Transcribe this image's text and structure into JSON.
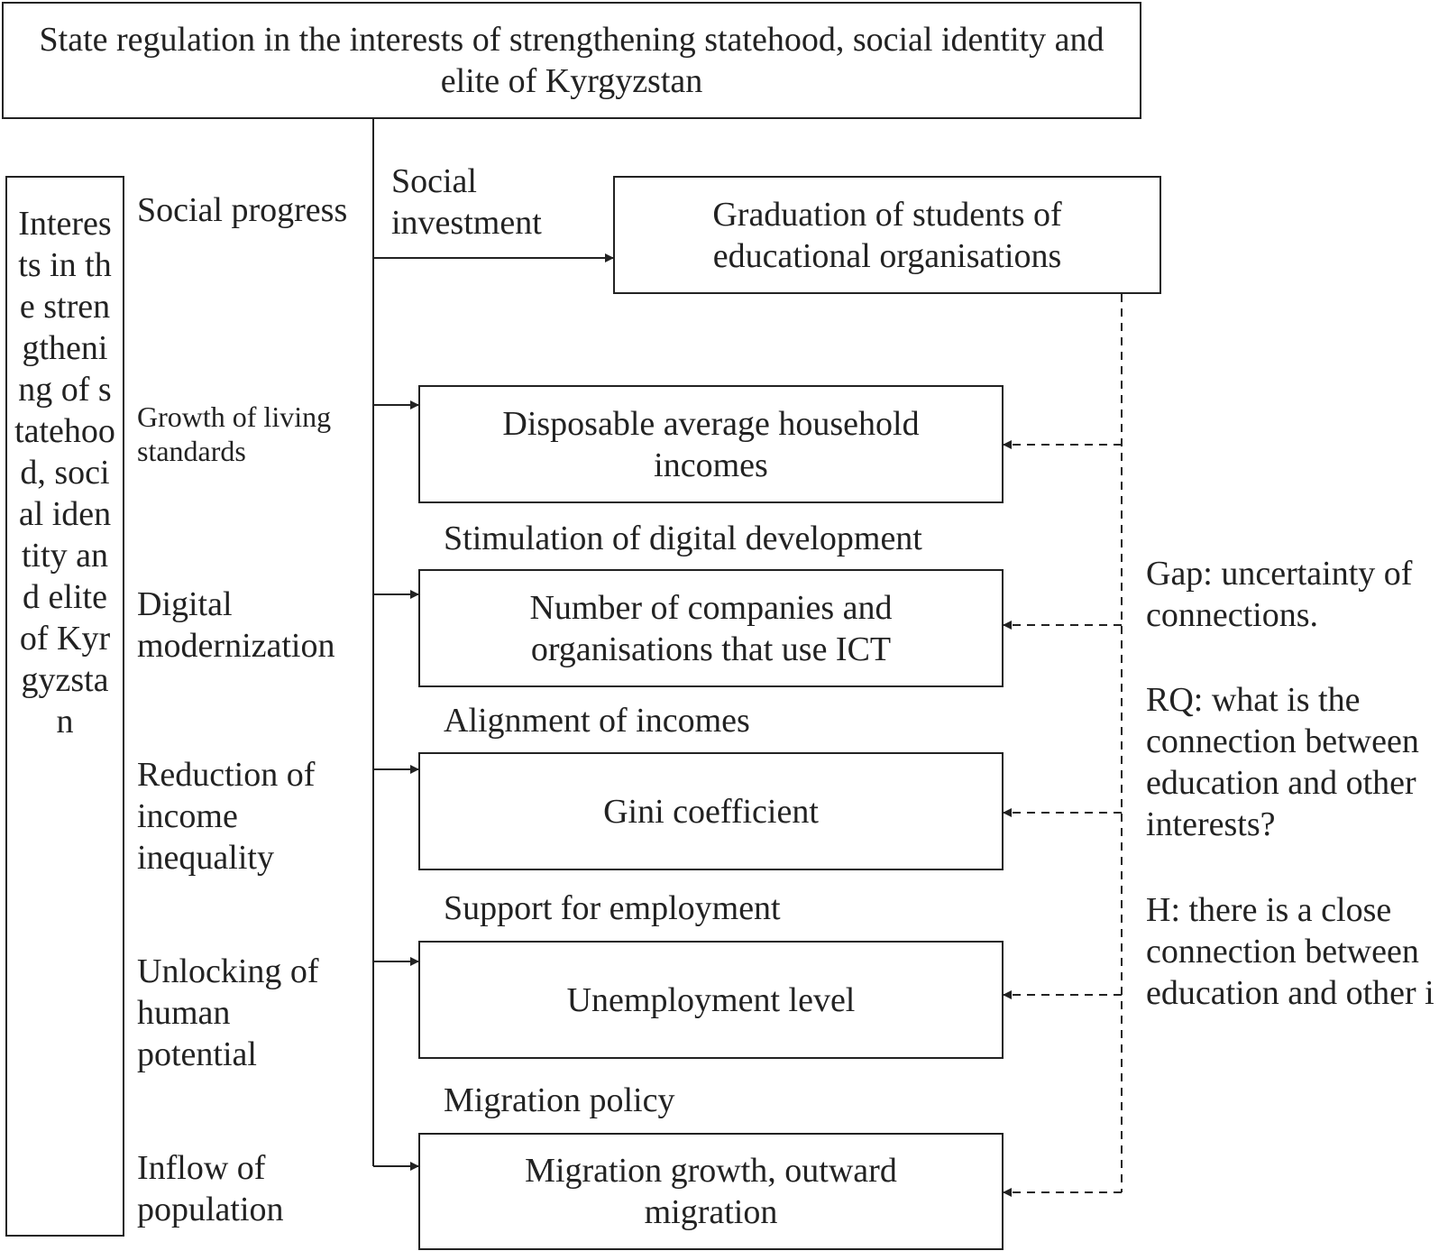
{
  "title": "State regulation in the interests of strengthening statehood, social identity and elite of Kyrgyzstan",
  "left_box": "Interests in the strengthening of statehood, social identity and elite of Kyrgyzstan",
  "interests": [
    "Social progress",
    "Growth of living standards",
    "Digital modernization",
    "Reduction of income inequality",
    "Unlocking of human potential",
    "Inflow of population"
  ],
  "instruments": [
    "Social investment",
    "Stimulation of digital development",
    "Alignment of incomes",
    "Support for employment",
    "Migration policy"
  ],
  "indicators": [
    "Graduation of students of educational organisations",
    "Disposable average household incomes",
    "Number of companies and organisations that use ICT",
    "Gini coefficient",
    "Unemployment level",
    "Migration growth, outward migration"
  ],
  "research": {
    "gap": "Gap: uncertainty of connections.",
    "rq": "RQ: what is the connection between education and other interests?",
    "h": "H: there is a close connection between education and other i"
  }
}
